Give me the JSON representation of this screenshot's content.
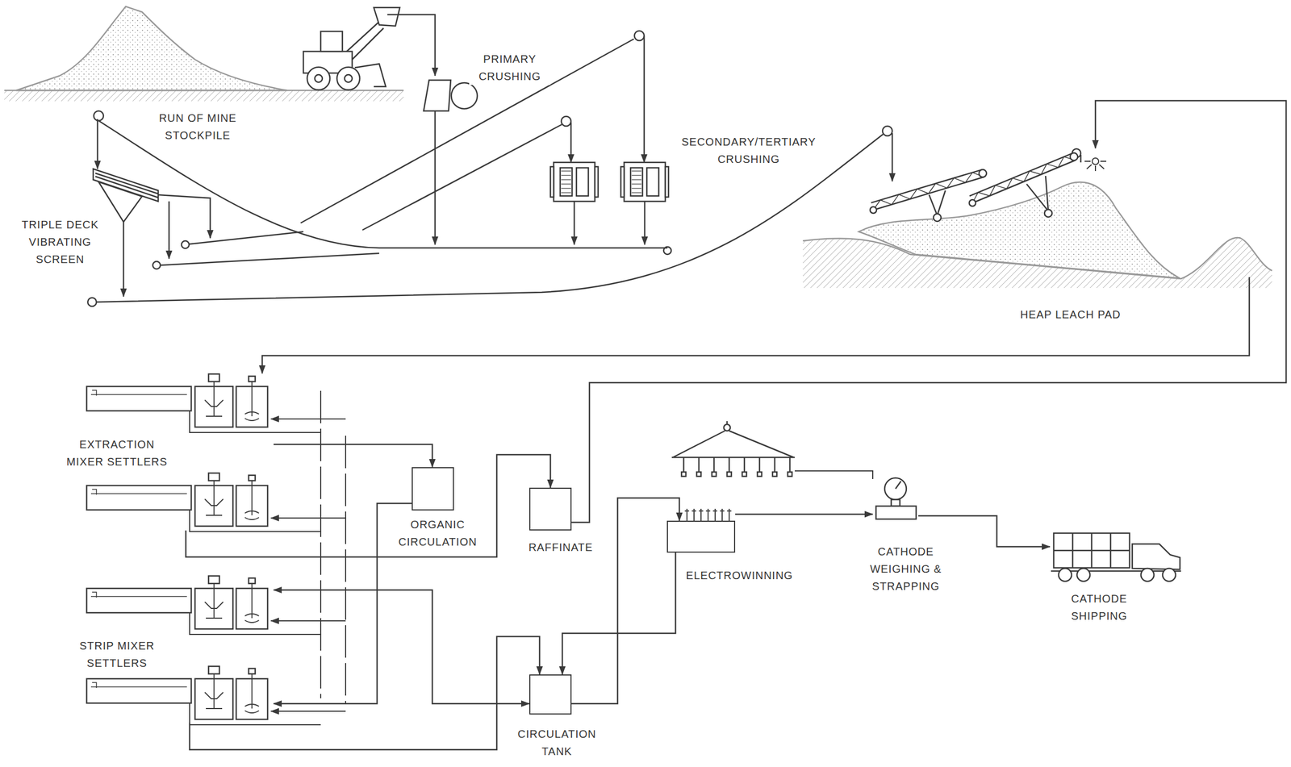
{
  "diagram": {
    "nodes": [
      {
        "text": [
          "RUN OF MINE STOCKPILE"
        ]
      },
      {
        "text": [
          "PRIMARY CRUSHING"
        ]
      },
      {
        "text": [
          "SECONDARY/TERTIARY CRUSHING"
        ]
      },
      {
        "text": [
          "TRIPLE DECK VIBRATING SCREEN"
        ]
      },
      {
        "text": [
          "HEAP LEACH PAD"
        ]
      },
      {
        "text": [
          "EXTRACTION MIXER SETTLERS"
        ]
      },
      {
        "text": [
          "ORGANIC CIRCULATION"
        ]
      },
      {
        "text": [
          "RAFFINATE"
        ]
      },
      {
        "text": [
          "ELECTROWINNING"
        ]
      },
      {
        "text": [
          "CATHODE WEIGHING & STRAPPING"
        ]
      },
      {
        "text": [
          "CATHODE SHIPPING"
        ]
      },
      {
        "text": [
          "STRIP MIXER SETTLERS"
        ]
      },
      {
        "text": [
          "CIRCULATION TANK"
        ]
      }
    ],
    "edges": [
      {
        "from": 4,
        "to": 5,
        "arrow": "to"
      },
      {
        "from": 7,
        "to": 4,
        "arrow": "to"
      },
      {
        "from": 5,
        "to": 7,
        "arrow": "to"
      },
      {
        "from": 5,
        "to": 6,
        "arrow": "to"
      },
      {
        "from": 6,
        "to": 11,
        "arrow": "to"
      },
      {
        "from": 11,
        "to": 12,
        "arrow": "both"
      },
      {
        "from": 11,
        "to": 12,
        "arrow": "to"
      },
      {
        "from": 12,
        "to": 8,
        "arrow": "to"
      },
      {
        "from": 8,
        "to": 12,
        "arrow": "to"
      },
      {
        "from": 8,
        "to": 9,
        "arrow": "to"
      },
      {
        "from": 9,
        "to": 10,
        "arrow": "to"
      }
    ]
  }
}
